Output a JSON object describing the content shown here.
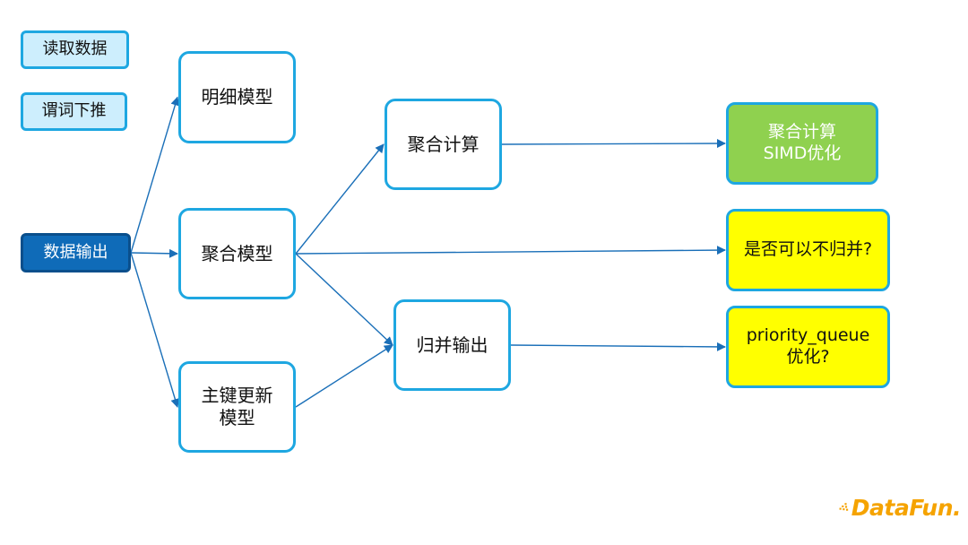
{
  "legend": {
    "read_data": "读取数据",
    "predicate_pushdown": "谓词下推"
  },
  "nodes": {
    "data_output": "数据输出",
    "detail_model": "明细模型",
    "agg_model": "聚合模型",
    "pk_model_line1": "主键更新",
    "pk_model_line2": "模型",
    "agg_compute": "聚合计算",
    "merge_output": "归并输出"
  },
  "results": {
    "simd_line1": "聚合计算",
    "simd_line2": "SIMD优化",
    "no_merge": "是否可以不归并?",
    "pq_line1": "priority_queue",
    "pq_line2": "优化?"
  },
  "logo": {
    "text": "DataFun."
  },
  "colors": {
    "border": "#1ea7e1",
    "arrow": "#1a6fb8",
    "source_fill": "#0f6bb8",
    "legend_fill": "#cdeefd",
    "green_fill": "#8fd14f",
    "yellow_fill": "#ffff00",
    "logo": "#f5a300"
  },
  "edges": [
    {
      "from": "data_output",
      "to": "detail_model"
    },
    {
      "from": "data_output",
      "to": "agg_model"
    },
    {
      "from": "data_output",
      "to": "pk_model"
    },
    {
      "from": "agg_model",
      "to": "agg_compute"
    },
    {
      "from": "agg_model",
      "to": "no_merge"
    },
    {
      "from": "agg_model",
      "to": "merge_output"
    },
    {
      "from": "pk_model",
      "to": "merge_output"
    },
    {
      "from": "agg_compute",
      "to": "simd"
    },
    {
      "from": "merge_output",
      "to": "pq"
    }
  ]
}
